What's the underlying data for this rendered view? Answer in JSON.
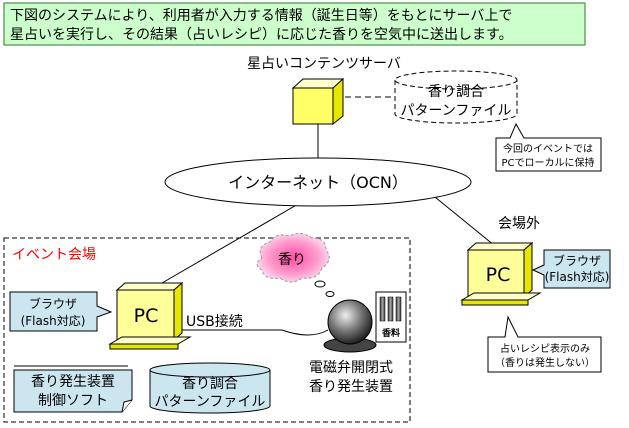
{
  "header": {
    "line1": "下図のシステムにより、利用者が入力する情報（誕生日等）をもとにサーバ上で",
    "line2": "星占いを実行し、その結果（占いレシピ）に応じた香りを空気中に送出します。"
  },
  "server": {
    "label": "星占いコンテンツサーバ"
  },
  "server_file": {
    "line1": "香り調合",
    "line2": "パターンファイル"
  },
  "server_note": {
    "line1": "今回のイベントでは",
    "line2": "PCでローカルに保持"
  },
  "internet": {
    "label": "インターネット（OCN）"
  },
  "outside": {
    "label": "会場外",
    "pc_label": "PC",
    "browser_line1": "ブラウザ",
    "browser_line2": "(Flash対応)",
    "note_line1": "占いレシピ表示のみ",
    "note_line2": "（香りは発生しない）"
  },
  "event": {
    "label": "イベント会場",
    "pc_label": "PC",
    "browser_line1": "ブラウザ",
    "browser_line2": "(Flash対応)",
    "usb_label": "USB接続",
    "cloud_label": "香り",
    "device_line1": "電磁弁開閉式",
    "device_line2": "香り発生装置",
    "fragrance_label": "香料",
    "software_line1": "香り発生装置",
    "software_line2": "制御ソフト",
    "file_line1": "香り調合",
    "file_line2": "パターンファイル"
  },
  "colors": {
    "header_bg": "#ccffcc",
    "header_border": "#4a8f4a",
    "pc_box": "#ffff99",
    "callout": "#cce6f0",
    "event_label": "#ff0000",
    "cloud": "#ff99cc"
  }
}
